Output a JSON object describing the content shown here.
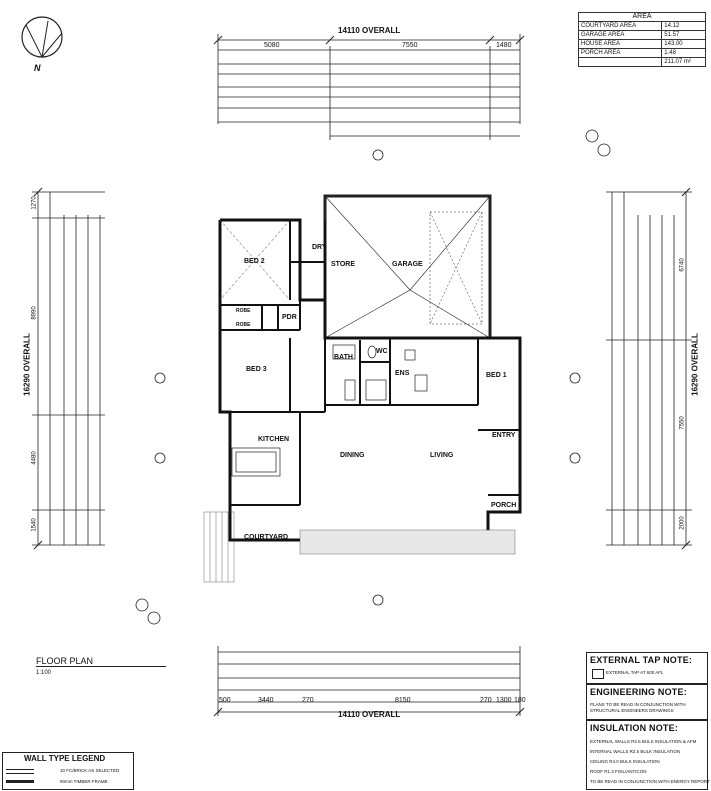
{
  "area_table": {
    "title": "AREA",
    "rows": [
      {
        "label": "COURTYARD AREA",
        "value": "14.12"
      },
      {
        "label": "GARAGE AREA",
        "value": "51.57"
      },
      {
        "label": "HOUSE AREA",
        "value": "143.00"
      },
      {
        "label": "PORCH AREA",
        "value": "1.48"
      }
    ],
    "total": "211.07 m²"
  },
  "north_label": "N",
  "dims": {
    "top_overall": "14110 OVERALL",
    "top_segments": [
      "5080",
      "7550",
      "1480"
    ],
    "bottom_overall": "14110 OVERALL",
    "bottom_segments": [
      "500",
      "3440",
      "270",
      "8150",
      "270",
      "1300",
      "180"
    ],
    "left_overall": "16290 OVERALL",
    "left_segments": [
      "1270",
      "8990",
      "4480",
      "1540"
    ],
    "right_overall": "16290 OVERALL",
    "right_segments": [
      "6740",
      "7550",
      "2000"
    ]
  },
  "rooms": {
    "bed2": "BED 2",
    "bed3": "BED 3",
    "bed1": "BED 1",
    "dry": "DRY",
    "store": "STORE",
    "garage": "GARAGE",
    "pdr": "PDR",
    "robe1": "ROBE",
    "robe2": "ROBE",
    "bath": "BATH",
    "wc": "WC",
    "ens": "ENS",
    "kitchen": "KITCHEN",
    "dining": "DINING",
    "living": "LIVING",
    "entry": "ENTRY",
    "porch": "PORCH",
    "courtyard": "COURTYARD"
  },
  "floor_plan": {
    "title": "FLOOR PLAN",
    "scale": "1:100"
  },
  "notes": {
    "external_tap_title": "EXTERNAL TAP NOTE:",
    "external_tap_text": "EXTERNAL TAP AT 600 AFL",
    "engineering_title": "ENGINEERING NOTE:",
    "engineering_text_1": "PLANS TO BE READ IN CONJUNCTION WITH",
    "engineering_text_2": "STRUCTURAL ENGINEERS DRAWINGS",
    "insulation_title": "INSULATION NOTE:",
    "insulation_lines": [
      "EXTERNAL WALLS R2.5 BULK INSULATION & AFM",
      "INTERNAL WALLS R2.5 BULK INSULATION",
      "CEILING R4.0 BULK INSULATION",
      "ROOF R1.3 FOIL/ANTICON",
      "TO BE READ IN CONJUNCTION WITH ENERGY REPORT"
    ]
  },
  "wall_legend": {
    "title": "WALL TYPE LEGEND",
    "items": [
      "10 FC/BRICK AS SELECTED",
      "90mm TIMBER FRAME"
    ]
  }
}
